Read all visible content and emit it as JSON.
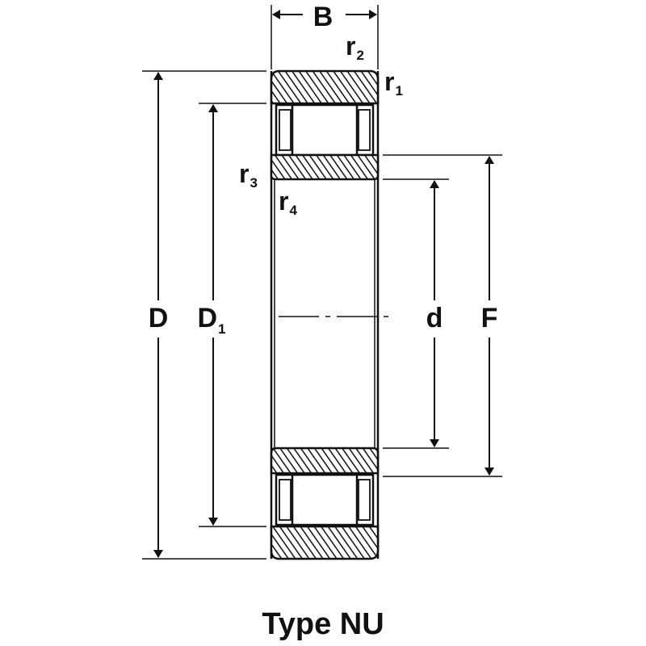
{
  "caption": "Type NU",
  "dimensions": {
    "width": "B",
    "outer_diameter": "D",
    "outer_raceway_diameter": {
      "base": "D",
      "sub": "1"
    },
    "bore": "d",
    "inner_raceway_diameter": "F"
  },
  "chamfers": [
    {
      "base": "r",
      "sub": "1"
    },
    {
      "base": "r",
      "sub": "2"
    },
    {
      "base": "r",
      "sub": "3"
    },
    {
      "base": "r",
      "sub": "4"
    }
  ],
  "colors": {
    "line": "#111111",
    "fill": "#ffffff"
  }
}
